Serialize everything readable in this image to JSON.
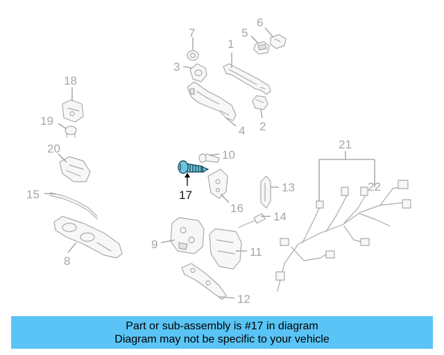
{
  "callouts": {
    "c1": "1",
    "c2": "2",
    "c3": "3",
    "c4": "4",
    "c5": "5",
    "c6": "6",
    "c7": "7",
    "c8": "8",
    "c9": "9",
    "c10": "10",
    "c11": "11",
    "c12": "12",
    "c13": "13",
    "c14": "14",
    "c15": "15",
    "c16": "16",
    "c17": "17",
    "c18": "18",
    "c19": "19",
    "c20": "20",
    "c21": "21",
    "c22": "22"
  },
  "highlighted_part": "17",
  "colors": {
    "highlight_fill": "#6fc4dc",
    "banner_background": "#5ac4f6",
    "part_outline": "#a9a9a9"
  },
  "banner": {
    "line1": "Part or sub-assembly is #17 in diagram",
    "line2": "Diagram may not be specific to your vehicle"
  }
}
